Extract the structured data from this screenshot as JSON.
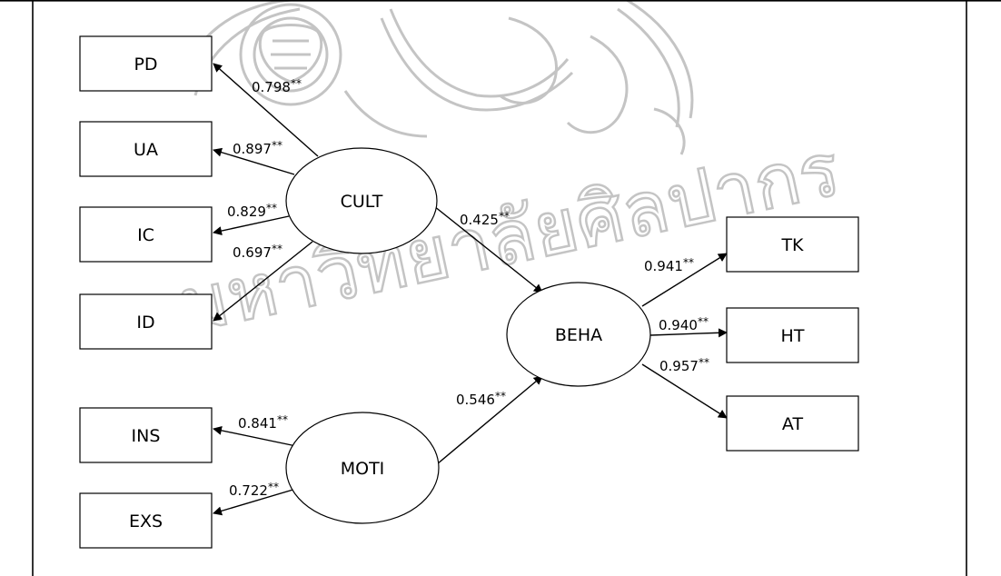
{
  "diagram": {
    "nodes": [
      {
        "id": "PD",
        "label": "PD",
        "shape": "box"
      },
      {
        "id": "UA",
        "label": "UA",
        "shape": "box"
      },
      {
        "id": "IC",
        "label": "IC",
        "shape": "box"
      },
      {
        "id": "ID",
        "label": "ID",
        "shape": "box"
      },
      {
        "id": "INS",
        "label": "INS",
        "shape": "box"
      },
      {
        "id": "EXS",
        "label": "EXS",
        "shape": "box"
      },
      {
        "id": "TK",
        "label": "TK",
        "shape": "box"
      },
      {
        "id": "HT",
        "label": "HT",
        "shape": "box"
      },
      {
        "id": "AT",
        "label": "AT",
        "shape": "box"
      },
      {
        "id": "CULT",
        "label": "CULT",
        "shape": "ellipse"
      },
      {
        "id": "MOTI",
        "label": "MOTI",
        "shape": "ellipse"
      },
      {
        "id": "BEHA",
        "label": "BEHA",
        "shape": "ellipse"
      }
    ],
    "edges": [
      {
        "from": "CULT",
        "to": "PD",
        "coef": "0.798",
        "sig": "**"
      },
      {
        "from": "CULT",
        "to": "UA",
        "coef": "0.897",
        "sig": "**"
      },
      {
        "from": "CULT",
        "to": "IC",
        "coef": "0.829",
        "sig": "**"
      },
      {
        "from": "CULT",
        "to": "ID",
        "coef": "0.697",
        "sig": "**"
      },
      {
        "from": "CULT",
        "to": "BEHA",
        "coef": "0.425",
        "sig": "**"
      },
      {
        "from": "MOTI",
        "to": "BEHA",
        "coef": "0.546",
        "sig": "**"
      },
      {
        "from": "MOTI",
        "to": "INS",
        "coef": "0.841",
        "sig": "**"
      },
      {
        "from": "MOTI",
        "to": "EXS",
        "coef": "0.722",
        "sig": "**"
      },
      {
        "from": "BEHA",
        "to": "TK",
        "coef": "0.941",
        "sig": "**"
      },
      {
        "from": "BEHA",
        "to": "HT",
        "coef": "0.940",
        "sig": "**"
      },
      {
        "from": "BEHA",
        "to": "AT",
        "coef": "0.957",
        "sig": "**"
      }
    ]
  },
  "watermark": {
    "text": "มหาวิทยาลัยศิลปากร",
    "color": "#bdbdbd"
  }
}
